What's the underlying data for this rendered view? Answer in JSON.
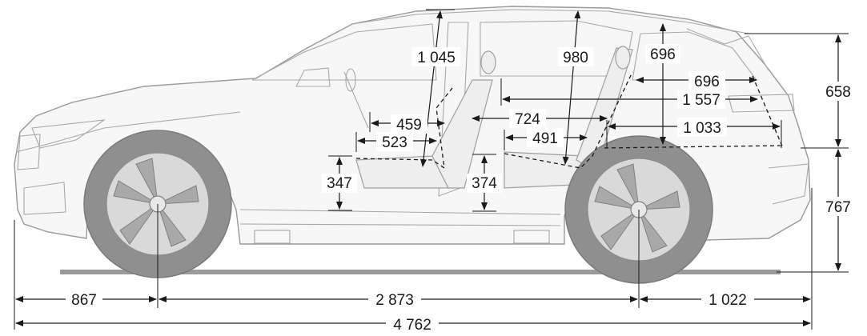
{
  "dimensions": {
    "front_overhang": "867",
    "wheelbase": "2 873",
    "rear_overhang": "1 022",
    "overall_length": "4 762",
    "rear_height_upper": "658",
    "rear_height_lower": "767",
    "front_headroom": "1 045",
    "rear_headroom": "980",
    "cargo_height": "696",
    "cargo_width_top": "696",
    "cargo_length_rear_seat": "1 557",
    "front_seat_depth": "459",
    "front_seat_length": "523",
    "rear_seat_depth": "724",
    "rear_seat_length": "491",
    "cargo_floor_length": "1 033",
    "front_seat_height": "347",
    "rear_seat_height": "374"
  },
  "colors": {
    "dimension_lines": "#1a1a1a",
    "vehicle_outline": "#9a9a9a",
    "tires": "#8f8f8f"
  }
}
